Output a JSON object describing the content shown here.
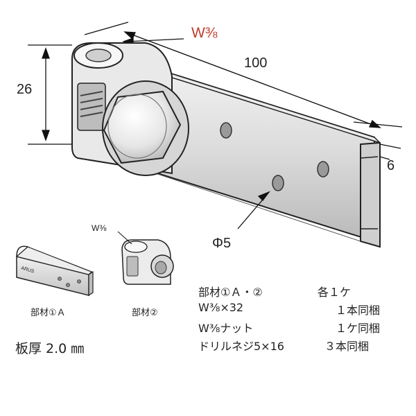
{
  "main": {
    "bolt_label": "W⅜",
    "length_label": "100",
    "height_label": "26",
    "flange_label": "6",
    "hole_label": "Φ5"
  },
  "parts": {
    "part1": {
      "caption": "部材①Ａ",
      "stamp": "ARUS"
    },
    "part2": {
      "caption": "部材②",
      "bolt_label": "W⅜"
    }
  },
  "specs": [
    {
      "item": "部材①Ａ・②",
      "qty": "各１ケ"
    },
    {
      "item": "W⅜×32",
      "qty": "１本同梱"
    },
    {
      "item": "W⅜ナット",
      "qty": "１ケ同梱"
    },
    {
      "item": "ドリルネジ5×16",
      "qty": "３本同梱"
    }
  ],
  "thickness": "板厚 2.0 ㎜"
}
